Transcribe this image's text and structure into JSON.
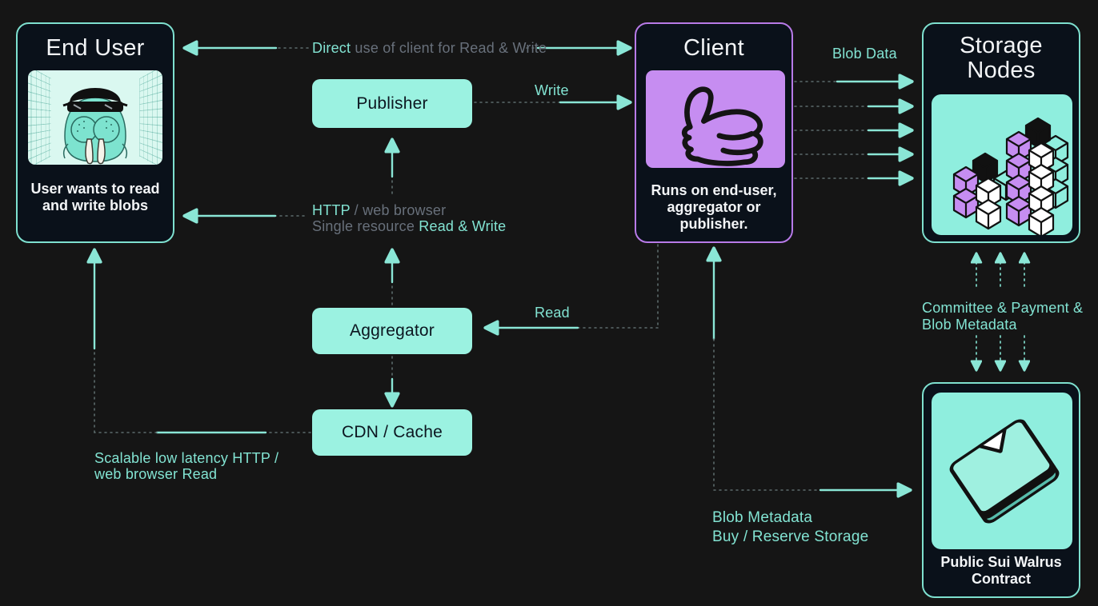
{
  "colors": {
    "page_bg": "#151515",
    "card_bg": "#0A111A",
    "teal_border": "#7EE0CF",
    "purple_border": "#B87AE8",
    "mint_fill": "#9BF2E1",
    "purple_fill": "#C68DF1",
    "arrow_teal": "#8AE6D6",
    "label_teal": "#82E3D2",
    "label_gray": "#68707B",
    "text_white": "#F3F5F7",
    "text_dark": "#0C1620"
  },
  "nodes": {
    "end_user": {
      "title": "End User",
      "caption": "User wants to read and write blobs",
      "icon": "walrus-user-icon"
    },
    "publisher": {
      "label": "Publisher"
    },
    "aggregator": {
      "label": "Aggregator"
    },
    "cdn_cache": {
      "label": "CDN / Cache"
    },
    "client": {
      "title": "Client",
      "caption": "Runs on end-user, aggregator or publisher.",
      "icon": "thumbs-up-icon"
    },
    "storage_nodes": {
      "title": "Storage Nodes",
      "icon": "storage-cubes-icon"
    },
    "contract": {
      "caption": "Public Sui Walrus Contract",
      "icon": "contract-papers-icon"
    }
  },
  "edge_labels": {
    "direct_use": {
      "highlight": "Direct",
      "rest": " use of client for Read & Write"
    },
    "write": "Write",
    "read": "Read",
    "blob_data": "Blob Data",
    "http_line1": {
      "highlight": "HTTP",
      "rest": " / web browser"
    },
    "http_line2": {
      "rest": "Single resource ",
      "highlight": "Read & Write"
    },
    "committee": "Committee & Payment &\nBlob Metadata",
    "blob_metadata": "Blob Metadata\nBuy / Reserve Storage",
    "scalable": "Scalable low latency HTTP /\nweb browser Read"
  }
}
